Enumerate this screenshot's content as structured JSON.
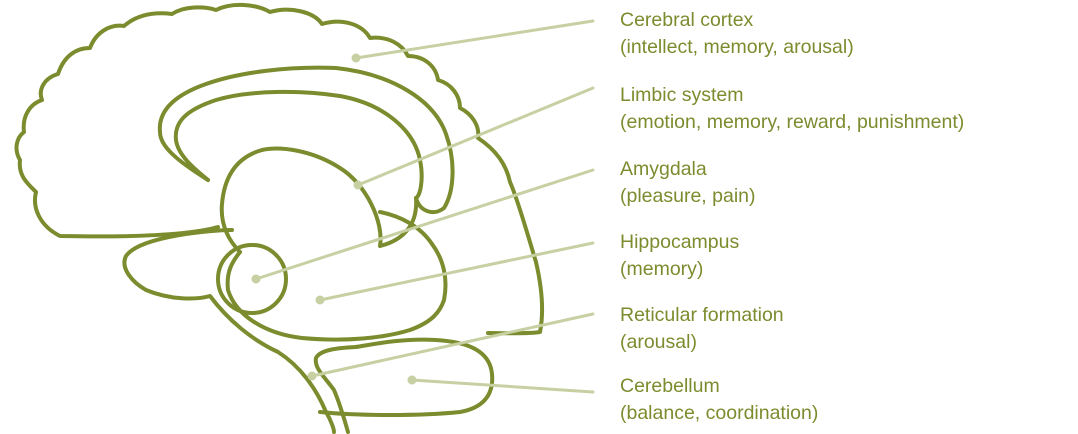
{
  "colors": {
    "outline": "#7b8c2e",
    "leader": "#c6d0a2",
    "text": "#7b8c2e"
  },
  "labels": [
    {
      "name": "Cerebral cortex",
      "desc": "(intellect, memory, arousal)"
    },
    {
      "name": "Limbic system",
      "desc": "(emotion, memory, reward, punishment)"
    },
    {
      "name": "Amygdala",
      "desc": "(pleasure, pain)"
    },
    {
      "name": "Hippocampus",
      "desc": "(memory)"
    },
    {
      "name": "Reticular formation",
      "desc": "(arousal)"
    },
    {
      "name": "Cerebellum",
      "desc": "(balance, coordination)"
    }
  ]
}
